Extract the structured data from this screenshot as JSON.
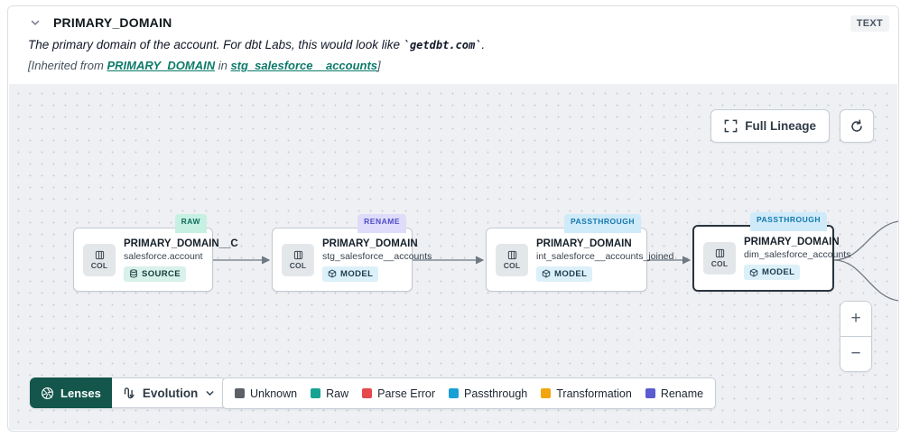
{
  "header": {
    "title": "PRIMARY_DOMAIN",
    "type_badge": "TEXT",
    "description_prefix": "The primary domain of the account. For dbt Labs, this would look like ",
    "description_code": "`getdbt.com`",
    "description_suffix": ".",
    "inherited_prefix": "[Inherited from ",
    "inherited_link_column": "PRIMARY_DOMAIN",
    "inherited_mid": " in ",
    "inherited_link_model": "stg_salesforce__accounts",
    "inherited_suffix": "]"
  },
  "canvas": {
    "full_lineage_label": "Full Lineage",
    "nodes": [
      {
        "evolution_badge": "RAW",
        "col_label": "COL",
        "title": "PRIMARY_DOMAIN__C",
        "subtitle": "salesforce.account",
        "kind": "SOURCE"
      },
      {
        "evolution_badge": "RENAME",
        "col_label": "COL",
        "title": "PRIMARY_DOMAIN",
        "subtitle": "stg_salesforce__accounts",
        "kind": "MODEL"
      },
      {
        "evolution_badge": "PASSTHROUGH",
        "col_label": "COL",
        "title": "PRIMARY_DOMAIN",
        "subtitle": "int_salesforce__accounts_joined",
        "kind": "MODEL"
      },
      {
        "evolution_badge": "PASSTHROUGH",
        "col_label": "COL",
        "title": "PRIMARY_DOMAIN",
        "subtitle": "dim_salesforce_accounts",
        "kind": "MODEL"
      }
    ],
    "zoom_in": "+",
    "zoom_out": "−"
  },
  "toolbar": {
    "lenses_label": "Lenses",
    "lens_selected": "Evolution",
    "legend": [
      {
        "label": "Unknown",
        "color": "#5b6167"
      },
      {
        "label": "Raw",
        "color": "#17a391"
      },
      {
        "label": "Parse Error",
        "color": "#e5484d"
      },
      {
        "label": "Passthrough",
        "color": "#189fd6"
      },
      {
        "label": "Transformation",
        "color": "#f2a60d"
      },
      {
        "label": "Rename",
        "color": "#5a5ad1"
      }
    ]
  },
  "colors": {
    "edge": "#6f7780"
  }
}
